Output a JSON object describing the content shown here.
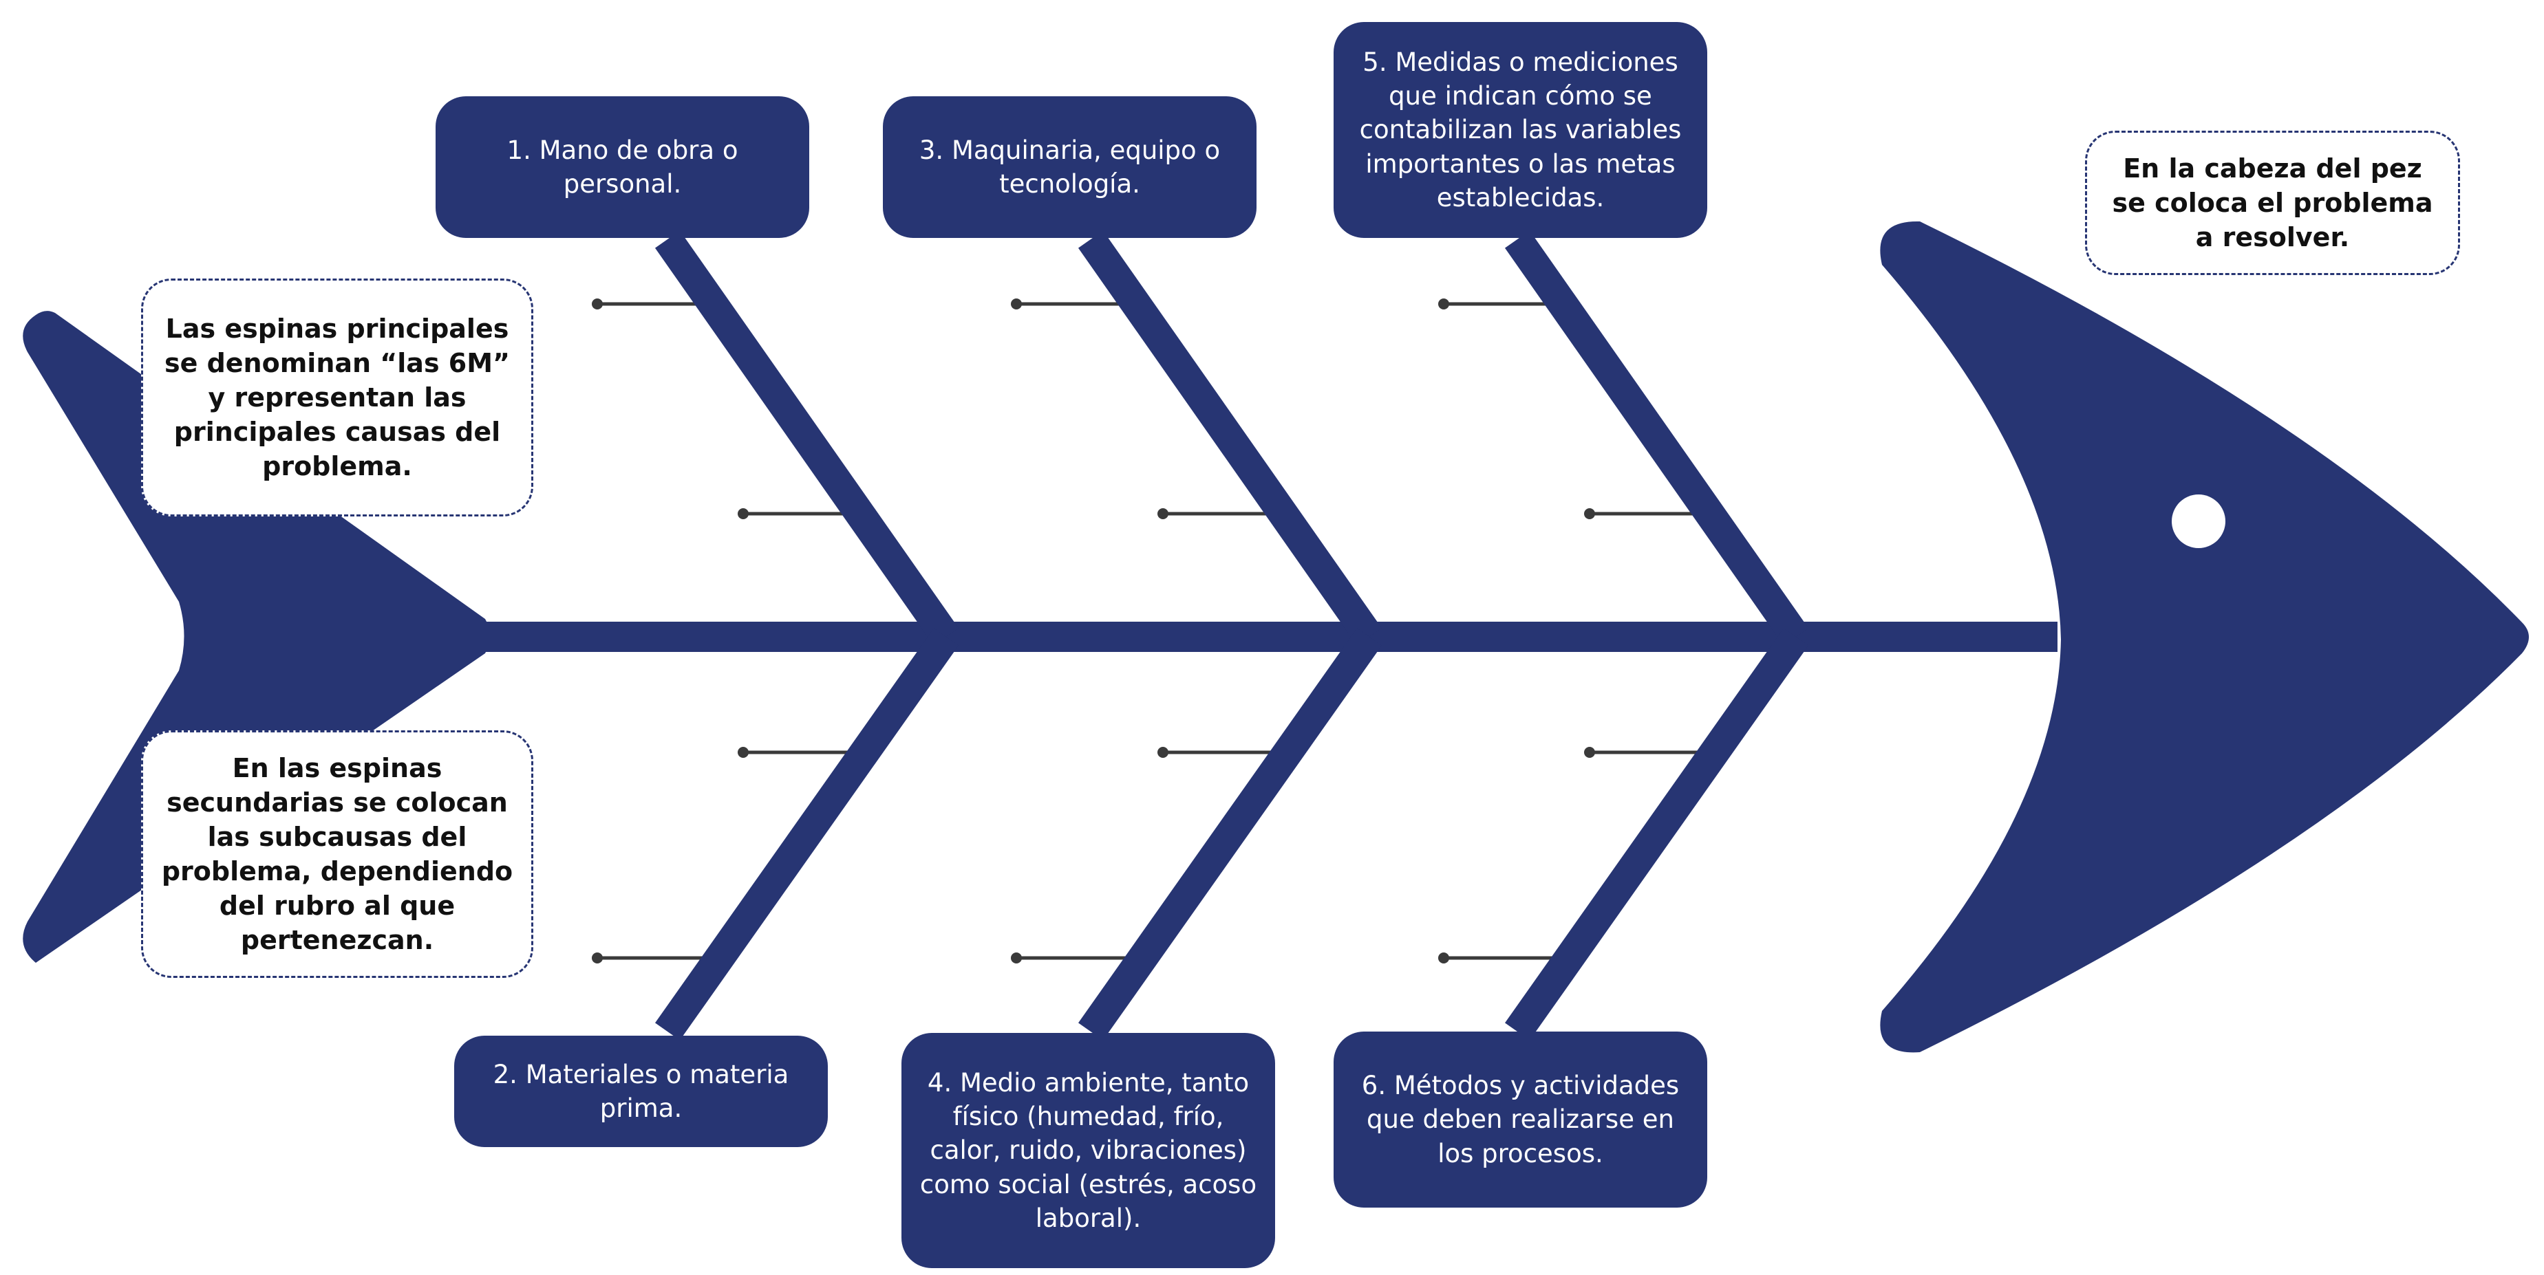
{
  "colors": {
    "fish": "#273573",
    "bone_line": "#3a3a3a",
    "eye": "#ffffff",
    "text_on_dark": "#ffffff",
    "text_on_light": "#111111"
  },
  "causes": [
    {
      "label": "1. Mano de obra o personal."
    },
    {
      "label": "2. Materiales o materia prima."
    },
    {
      "label": "3. Maquinaria, equipo o tecnología."
    },
    {
      "label": "4. Medio ambiente, tanto físico (humedad, frío, calor, ruido, vibraciones) como social (estrés, acoso laboral)."
    },
    {
      "label": "5. Medidas o mediciones que indican cómo se contabilizan las variables importantes o las metas establecidas."
    },
    {
      "label": "6. Métodos y actividades que deben realizarse en los procesos."
    }
  ],
  "notes": {
    "main_spines": "Las espinas principales se denominan “las 6M” y representan las principales causas del problema.",
    "secondary_spines": "En las espinas secundarias se colocan las subcausas del problema, dependiendo del rubro al que pertenezcan.",
    "head": "En la cabeza del pez se coloca el problema a resolver."
  },
  "icons": {
    "head": "fish-head-icon",
    "tail": "fish-tail-icon",
    "eye": "fish-eye-icon"
  }
}
